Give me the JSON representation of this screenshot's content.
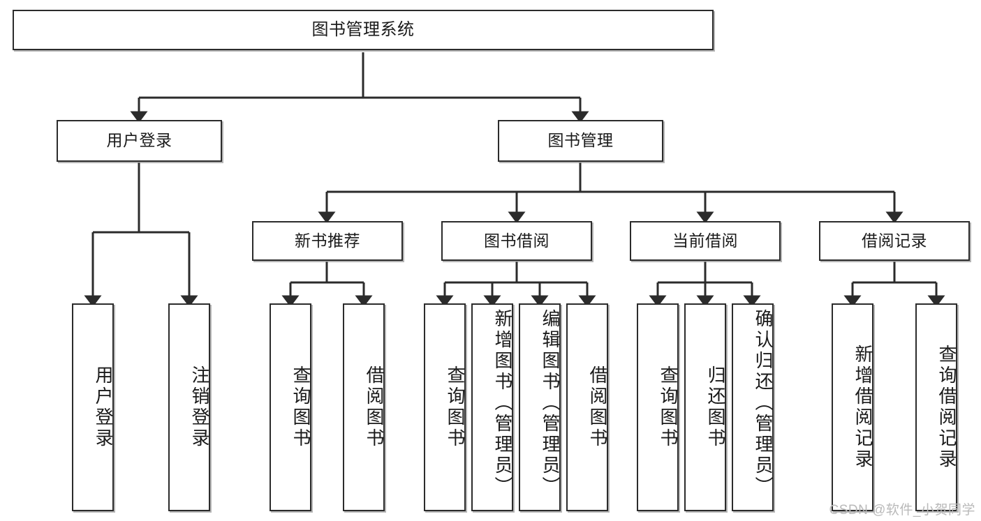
{
  "diagram": {
    "title": "图书管理系统",
    "type": "hierarchy-tree",
    "watermark": "CSDN @软件_小贺同学",
    "accent_color": "#2b2b2b",
    "background_color": "#ffffff",
    "text_color": "#1a1a1a",
    "watermark_color": "#b9b9b9"
  },
  "nodes": {
    "root": {
      "label": "图书管理系统"
    },
    "level2": [
      {
        "label": "用户登录"
      },
      {
        "label": "图书管理"
      }
    ],
    "level3": [
      {
        "label": "新书推荐"
      },
      {
        "label": "图书借阅"
      },
      {
        "label": "当前借阅"
      },
      {
        "label": "借阅记录"
      }
    ],
    "leaves": {
      "user_login": [
        {
          "label": "用户登录"
        },
        {
          "label": "注销登录"
        }
      ],
      "new_book_recommend": [
        {
          "label": "查询图书"
        },
        {
          "label": "借阅图书"
        }
      ],
      "book_borrow": [
        {
          "label": "查询图书"
        },
        {
          "label": "新增图书（管理员）"
        },
        {
          "label": "编辑图书（管理员）"
        },
        {
          "label": "借阅图书"
        }
      ],
      "current_borrow": [
        {
          "label": "查询图书"
        },
        {
          "label": "归还图书"
        },
        {
          "label": "确认归还（管理员）"
        }
      ],
      "borrow_record": [
        {
          "label": "新增借阅记录"
        },
        {
          "label": "查询借阅记录"
        }
      ]
    }
  }
}
